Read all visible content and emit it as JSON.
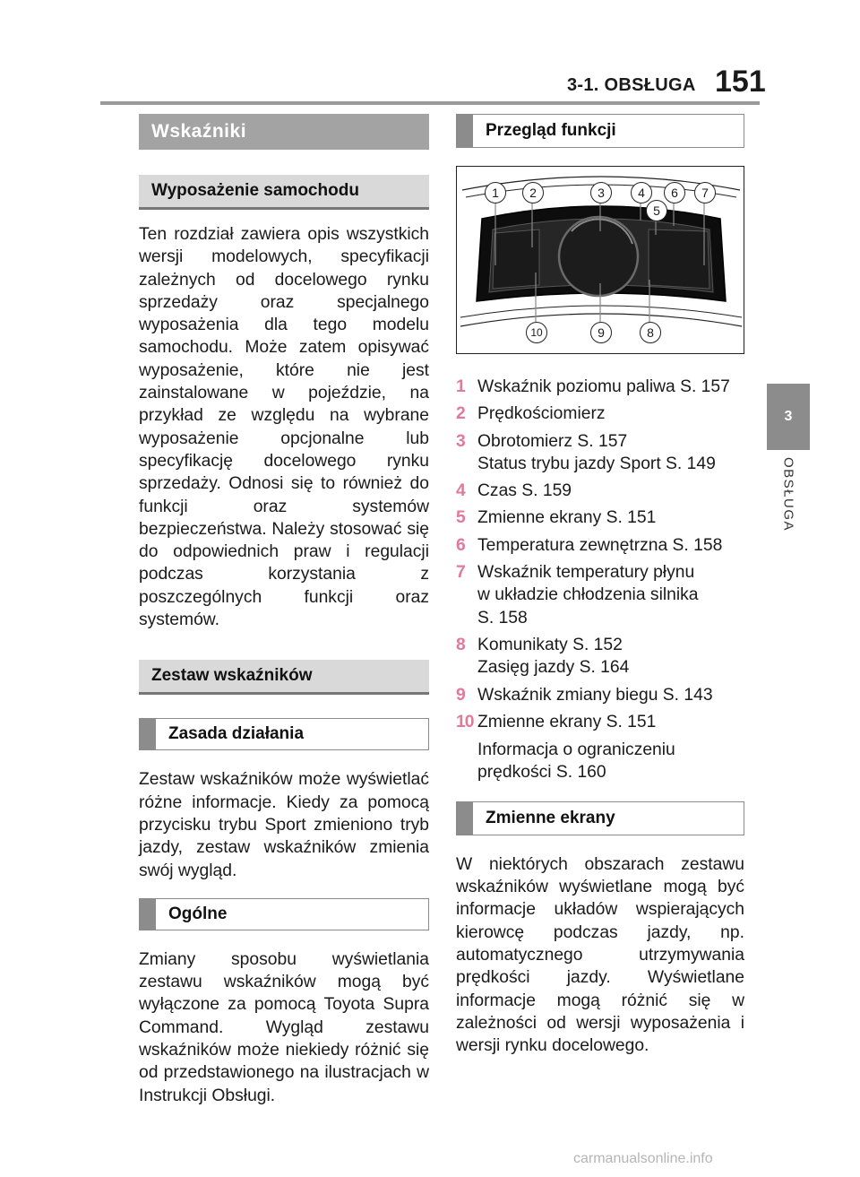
{
  "header": {
    "section": "3-1. OBSŁUGA",
    "page_number": "151"
  },
  "chapter_tab": {
    "number": "3",
    "label": "OBSŁUGA"
  },
  "left": {
    "title": "Wskaźniki",
    "equipment_heading": "Wyposażenie samochodu",
    "equipment_text": "Ten rozdział zawiera opis wszystkich wersji modelowych, specyfikacji zależnych od docelowego rynku sprzedaży oraz specjalnego wyposażenia dla tego modelu samochodu. Może zatem opisywać wyposażenie, które nie jest zainstalowane w pojeździe, na przykład ze względu na wybrane wyposażenie opcjonalne lub specyfikację docelowego rynku sprzedaży. Odnosi się to również do funkcji oraz systemów bezpieczeństwa. Należy stosować się do odpowiednich praw i regulacji podczas korzystania z poszczególnych funkcji oraz systemów.",
    "cluster_heading": "Zestaw wskaźników",
    "principle_heading": "Zasada działania",
    "principle_text": "Zestaw wskaźników może wyświetlać różne informacje. Kiedy za pomocą przycisku trybu Sport zmieniono tryb jazdy, zestaw wskaźników zmienia swój wygląd.",
    "general_heading": "Ogólne",
    "general_text": "Zmiany sposobu wyświetlania zestawu wskaźników mogą być wyłączone za pomocą Toyota Supra Command. Wygląd zestawu wskaźników może niekiedy różnić się od przedstawionego na ilustracjach w Instrukcji Obsługi."
  },
  "right": {
    "overview_heading": "Przegląd funkcji",
    "diagram_labels": [
      "1",
      "2",
      "3",
      "4",
      "5",
      "6",
      "7",
      "8",
      "9",
      "10"
    ],
    "items": [
      {
        "num": "1",
        "lines": [
          "Wskaźnik poziomu paliwa S. 157"
        ]
      },
      {
        "num": "2",
        "lines": [
          "Prędkościomierz"
        ]
      },
      {
        "num": "3",
        "lines": [
          "Obrotomierz S. 157",
          "Status trybu jazdy Sport S. 149"
        ]
      },
      {
        "num": "4",
        "lines": [
          "Czas S. 159"
        ]
      },
      {
        "num": "5",
        "lines": [
          "Zmienne ekrany S. 151"
        ]
      },
      {
        "num": "6",
        "lines": [
          "Temperatura zewnętrzna S. 158"
        ]
      },
      {
        "num": "7",
        "lines": [
          "Wskaźnik temperatury płynu",
          "w układzie chłodzenia silnika",
          "S. 158"
        ]
      },
      {
        "num": "8",
        "lines": [
          "Komunikaty S. 152",
          "Zasięg jazdy S. 164"
        ]
      },
      {
        "num": "9",
        "lines": [
          "Wskaźnik zmiany biegu S. 143"
        ]
      },
      {
        "num": "10",
        "lines": [
          "Zmienne ekrany S. 151"
        ],
        "extra": [
          "Informacja o ograniczeniu",
          "prędkości S. 160"
        ]
      }
    ],
    "screens_heading": "Zmienne ekrany",
    "screens_text": "W niektórych obszarach zestawu wskaźników wyświetlane mogą być informacje układów wspierających kierowcę podczas jazdy, np. automatycznego utrzymywania prędkości jazdy. Wyświetlane informacje mogą różnić się w zależności od wersji wyposażenia i wersji rynku docelowego."
  },
  "watermark": "carmanualsonline.info"
}
